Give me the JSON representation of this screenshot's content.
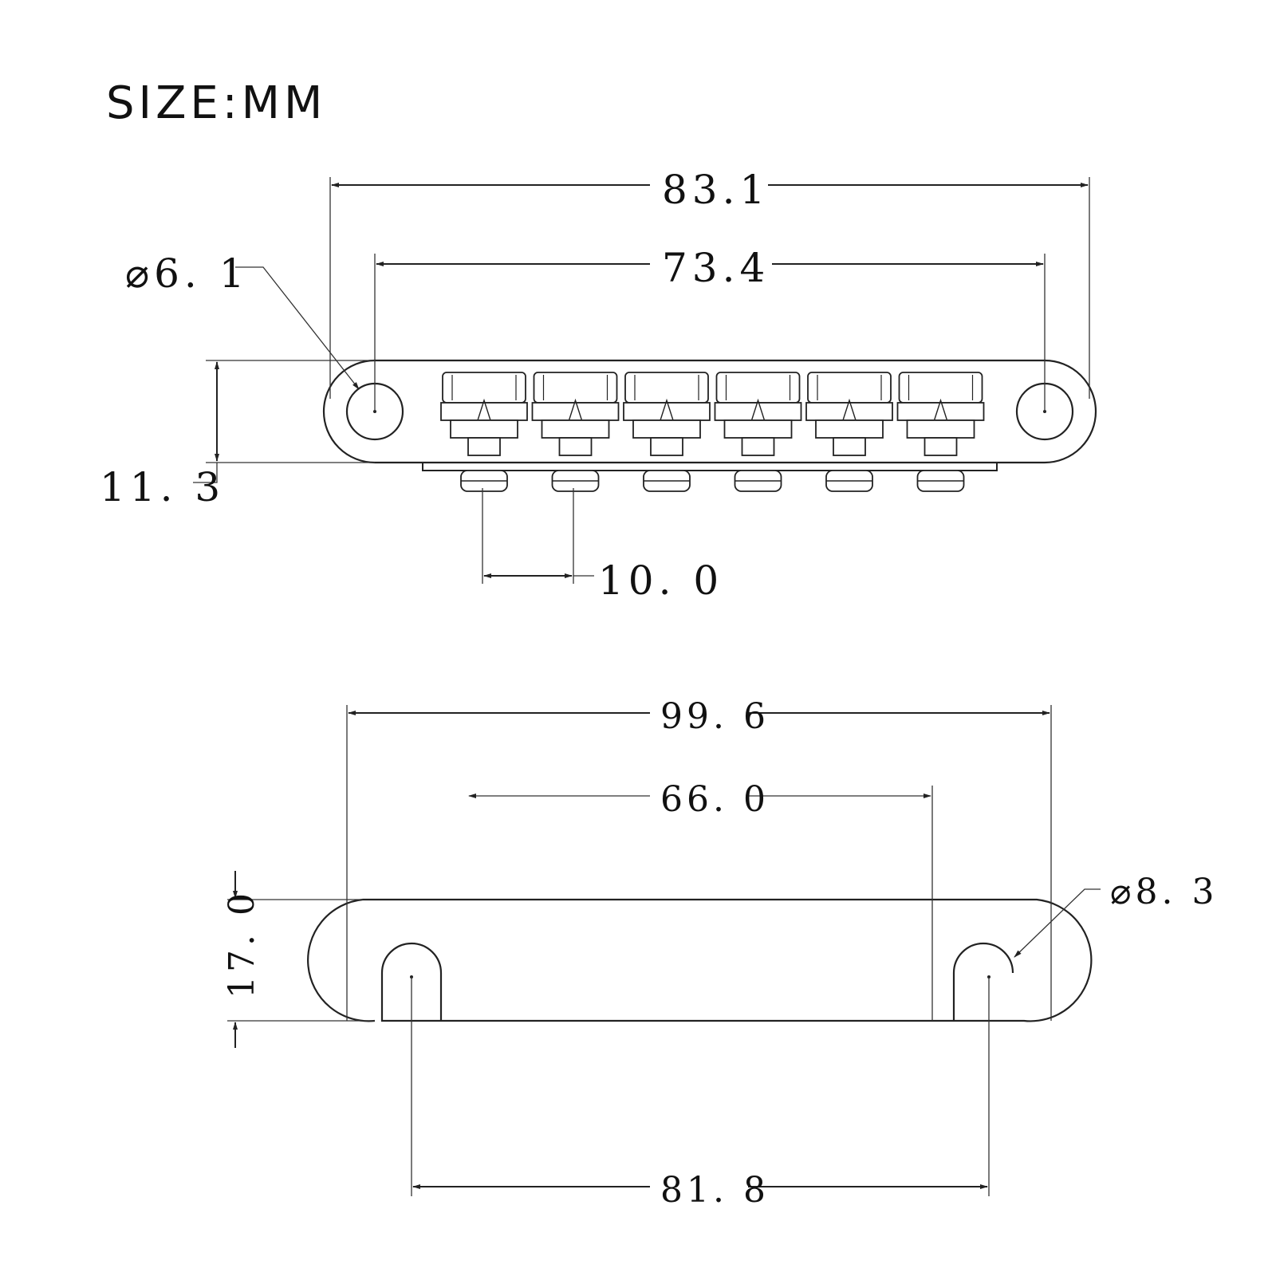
{
  "title": "SIZE:MM",
  "top_view": {
    "overall_length": "83.1",
    "post_spacing": "73.4",
    "post_hole_diameter": "⌀6. 1",
    "height": "11. 3",
    "saddle_spacing": "10. 0",
    "saddle_count": 6
  },
  "bottom_view": {
    "overall_length": "99. 6",
    "inner_length": "66. 0",
    "slot_diameter": "⌀8. 3",
    "depth": "17. 0",
    "slot_spacing": "81. 8"
  }
}
